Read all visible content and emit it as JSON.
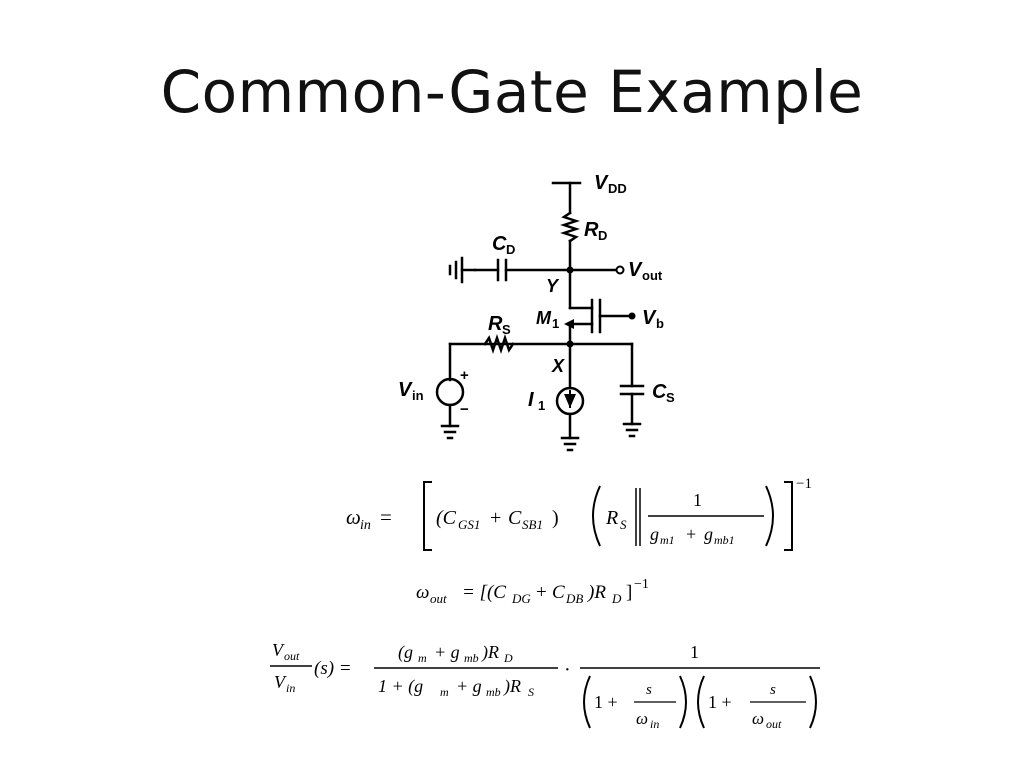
{
  "slide": {
    "title": "Common-Gate Example"
  },
  "schematic": {
    "vdd": "V",
    "vdd_sub": "DD",
    "rd": "R",
    "rd_sub": "D",
    "cd": "C",
    "cd_sub": "D",
    "vout": "V",
    "vout_sub": "out",
    "node_y": "Y",
    "m1": "M",
    "m1_sub": "1",
    "vb": "V",
    "vb_sub": "b",
    "rs": "R",
    "rs_sub": "S",
    "node_x": "X",
    "vin": "V",
    "vin_sub": "in",
    "plus": "+",
    "minus": "−",
    "i1": "I",
    "i1_sub": "1",
    "cs": "C",
    "cs_sub": "S"
  },
  "equations": {
    "eq1": {
      "lhs": "ω",
      "lhs_sub": "in",
      "equals": "=",
      "term": "(C",
      "cgs_sub": "GS1",
      "plus": "+",
      "csb": "C",
      "csb_sub": "SB1",
      "close": ")",
      "rs": "R",
      "rs_sub": "S",
      "one": "1",
      "gm": "g",
      "gm_sub": "m1",
      "gmb": "g",
      "gmb_sub": "mb1",
      "exp": "−1"
    },
    "eq2": {
      "lhs": "ω",
      "lhs_sub": "out",
      "body": "= [(C",
      "cdg_sub": "DG",
      "plus": "+",
      "cdb": "C",
      "cdb_sub": "DB",
      "rd": ")R",
      "rd_sub": "D",
      "close": "]",
      "exp": "−1"
    },
    "eq3": {
      "vout": "V",
      "vout_sub": "out",
      "vin": "V",
      "vin_sub": "in",
      "s_arg": "(s) =",
      "num": "(g",
      "num_gm_sub": "m",
      "num_plus": "+ g",
      "num_gmb_sub": "mb",
      "num_rd": ")R",
      "num_rd_sub": "D",
      "den": "1 + (g",
      "den_gm_sub": "m",
      "den_plus": "+ g",
      "den_gmb_sub": "mb",
      "den_rs": ")R",
      "den_rs_sub": "S",
      "dot": "·",
      "one": "1",
      "p1": "1 +",
      "s1": "s",
      "w1": "ω",
      "w1_sub": "in",
      "p2": "1 +",
      "s2": "s",
      "w2": "ω",
      "w2_sub": "out"
    }
  }
}
